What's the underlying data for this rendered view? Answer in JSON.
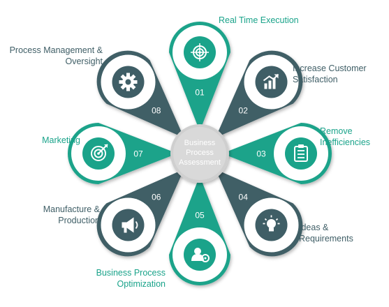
{
  "center": {
    "lines": [
      "Business",
      "Process",
      "Assessment"
    ]
  },
  "colors": {
    "teal": "#1aa38a",
    "slate": "#3f5e66",
    "hub": "#cfcfcf"
  },
  "petals": [
    {
      "num": "01",
      "label": "Real Time Execution",
      "icon": "target-icon",
      "color": "teal"
    },
    {
      "num": "02",
      "label": "Increase Customer\nSatisfaction",
      "icon": "growth-chart-icon",
      "color": "slate"
    },
    {
      "num": "03",
      "label": "Remove\nInefficiencies",
      "icon": "clipboard-icon",
      "color": "teal"
    },
    {
      "num": "04",
      "label": "Ideas &\nRequirements",
      "icon": "lightbulb-icon",
      "color": "slate"
    },
    {
      "num": "05",
      "label": "Business Process\nOptimization",
      "icon": "user-settings-icon",
      "color": "teal"
    },
    {
      "num": "06",
      "label": "Manufacture &\nProduction",
      "icon": "megaphone-icon",
      "color": "slate"
    },
    {
      "num": "07",
      "label": "Marketing",
      "icon": "bullseye-icon",
      "color": "teal"
    },
    {
      "num": "08",
      "label": "Process Management &\nOversight",
      "icon": "gear-icon",
      "color": "slate"
    }
  ]
}
